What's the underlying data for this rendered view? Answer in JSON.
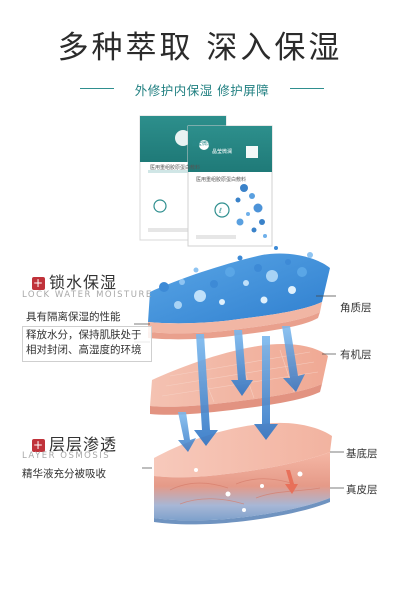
{
  "header": {
    "headline": "多种萃取  深入保湿",
    "tagline": "外修护内保湿 修护屏障"
  },
  "product": {
    "brand_name": "晶莹微澜",
    "package_title": "医用重组胶原蛋白敷料"
  },
  "section_lock": {
    "title": "锁水保湿",
    "subtitle": "LOCK WATER MOISTURE",
    "note_1": "具有隔离保湿的性能",
    "note_2_line_1": "释放水分，保持肌肤处于",
    "note_2_line_2": "相对封闭、高湿度的环境"
  },
  "section_osmosis": {
    "title": "层层渗透",
    "subtitle": "LAYER OSMOSIS",
    "note_1": "精华液充分被吸收"
  },
  "layers": {
    "stratum_corneum": "角质层",
    "organic_layer": "有机层",
    "basal_layer": "基底层",
    "dermis": "真皮层"
  },
  "colors": {
    "accent_teal": "#2f8f8f",
    "cross_red": "#c0323a",
    "water_blue": "#4a8fd8",
    "skin_pink": "#f2b6a6",
    "deep_blue": "#7fa3c8"
  }
}
